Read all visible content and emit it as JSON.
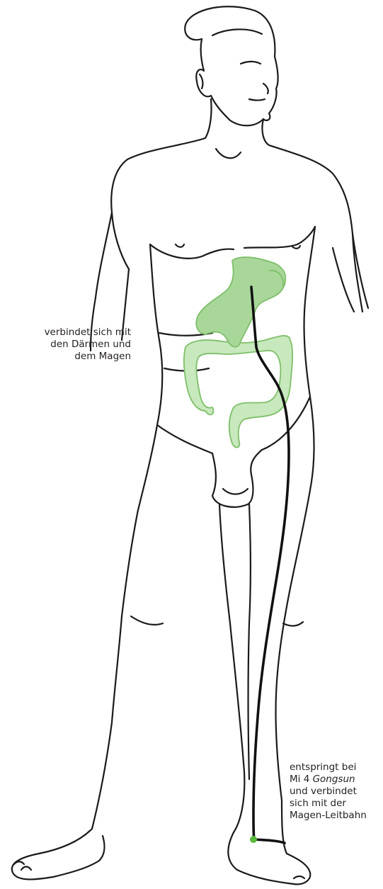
{
  "labels": {
    "intestines": {
      "line1": "verbindet sich mit",
      "line2": "den Därmen und",
      "line3": "dem Magen"
    },
    "origin": {
      "line1": "entspringt bei",
      "line2_prefix": "Mi 4 ",
      "line2_point": "Gongsun",
      "line3": "und verbindet",
      "line4": "sich mit der",
      "line5": "Magen-Leitbahn"
    }
  },
  "colors": {
    "outline": "#1a1a1a",
    "organ_fill": "#a9d79a",
    "organ_fill_light": "#c8e8bd",
    "organ_stroke": "#7dbf68",
    "channel_line": "#111111",
    "acupoint": "#5ab83c"
  },
  "icons": {
    "acupoint": "acupoint-dot-icon"
  }
}
